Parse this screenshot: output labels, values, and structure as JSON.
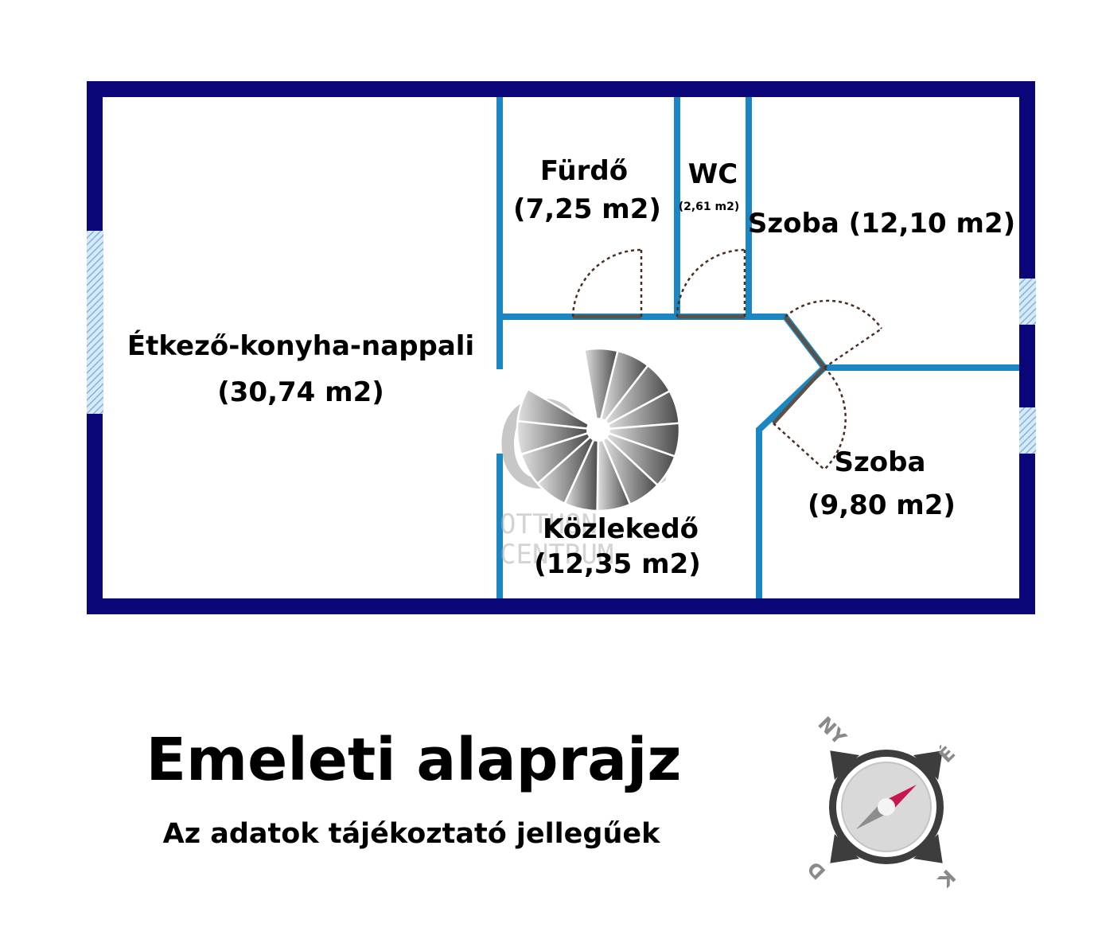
{
  "rooms": {
    "living": {
      "name": "Étkező-konyha-nappali",
      "area": "(30,74 m2)"
    },
    "bath": {
      "name": "Fürdő",
      "area": "(7,25 m2)"
    },
    "wc": {
      "name": "WC",
      "area": "(2,61 m2)"
    },
    "room_large": {
      "name": "Szoba (12,10 m2)"
    },
    "room_small": {
      "name": "Szoba",
      "area": "(9,80 m2)"
    },
    "hall": {
      "name": "Közlekedő",
      "area": "(12,35 m2)"
    }
  },
  "watermark": {
    "logo": "OC",
    "line1": "OTTHON",
    "line2": "CENTRUM"
  },
  "title": "Emeleti alaprajz",
  "subtitle": "Az adatok tájékoztató jellegűek",
  "compass": {
    "north": "É",
    "south": "D",
    "east": "K",
    "west": "NY"
  },
  "colors": {
    "outer_wall": "#0a0578",
    "inner_wall": "#1a86c4",
    "window": "#9cc8e6",
    "door_arc": "#4a2e22",
    "compass_needle": "#c8174e",
    "compass_ring": "#3d3d3d"
  }
}
